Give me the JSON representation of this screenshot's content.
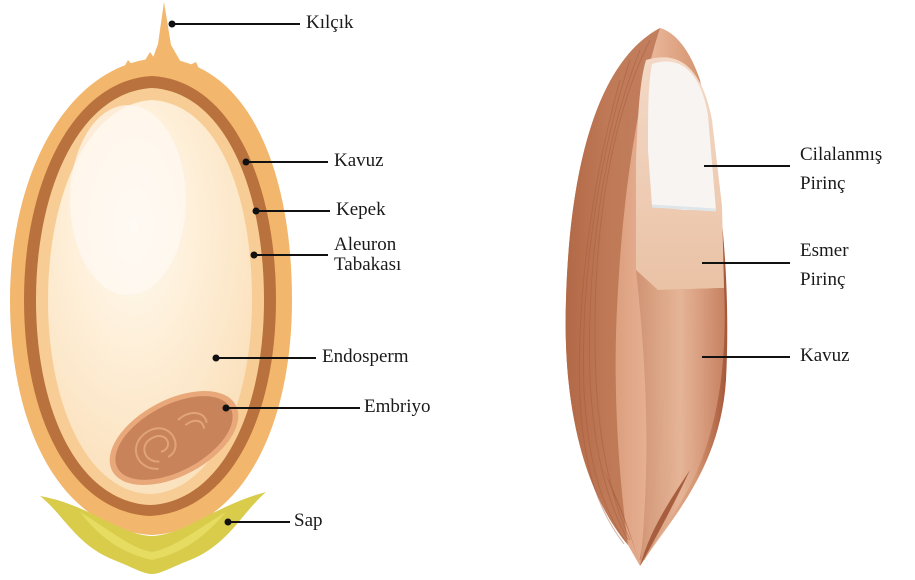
{
  "left_diagram": {
    "labels": {
      "kilcik": "Kılçık",
      "kavuz": "Kavuz",
      "kepek": "Kepek",
      "aleuron_line1": "Aleuron",
      "aleuron_line2": "Tabakası",
      "endosperm": "Endosperm",
      "embriyo": "Embriyo",
      "sap": "Sap"
    }
  },
  "right_diagram": {
    "labels": {
      "cilalanmis_line1": "Cilalanmış",
      "cilalanmis_line2": "Pirinç",
      "esmer_line1": "Esmer",
      "esmer_line2": "Pirinç",
      "kavuz": "Kavuz"
    }
  },
  "colors": {
    "hull": "#f2b66c",
    "bran": "#b9723d",
    "aleuron": "#f7cd95",
    "endosperm": "#fde9cd",
    "endosperm_highlight": "#fff8ee",
    "embryo": "#c9835a",
    "stalk": "#d8cc4a",
    "husk_right": "#c98b67",
    "polished_rice": "#f8f4f2",
    "brown_rice": "#f0d2bd"
  }
}
